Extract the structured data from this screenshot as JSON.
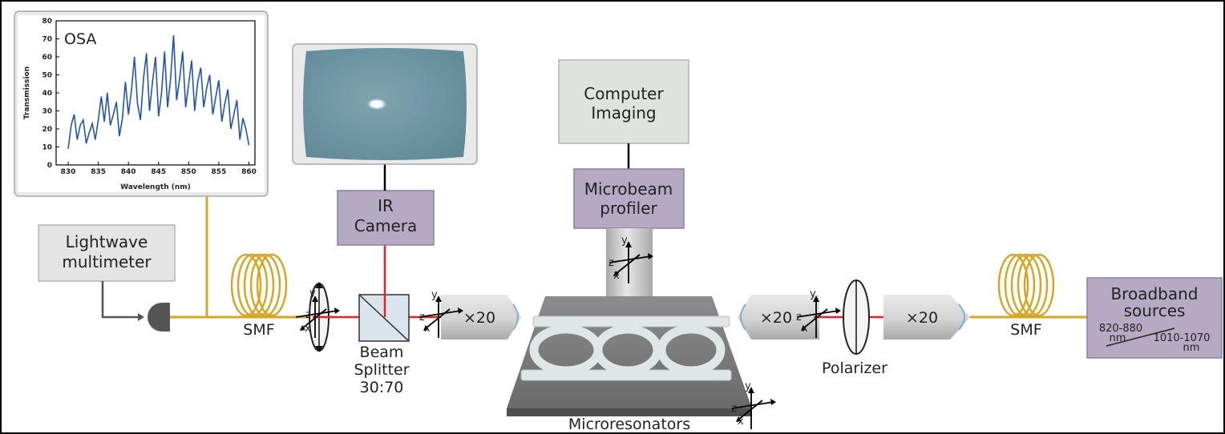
{
  "labels": {
    "lightwave_line1": "Lightwave",
    "lightwave_line2": "multimeter",
    "ir_camera_line1": "IR",
    "ir_camera_line2": "Camera",
    "computer_line1": "Computer",
    "computer_line2": "Imaging",
    "microbeam_line1": "Microbeam",
    "microbeam_line2": "profiler",
    "broadband_line1": "Broadband",
    "broadband_line2": "sources",
    "range1": "820-880",
    "range1_unit": "nm",
    "range2": "1010-1070",
    "range2_unit": "nm",
    "smf_left": "SMF",
    "smf_right": "SMF",
    "beam_splitter_line1": "Beam",
    "beam_splitter_line2": "Splitter",
    "beam_splitter_line3": "30:70",
    "objective_left": "×20",
    "objective_mid": "×20",
    "objective_right": "×20",
    "polarizer": "Polarizer",
    "microresonators": "Microresonators",
    "axis_x": "x",
    "axis_y": "y",
    "axis_z": "z"
  },
  "chart_data": {
    "type": "line",
    "title": "OSA",
    "xlabel": "Wavelength (nm)",
    "ylabel": "Transmission",
    "xlim": [
      828,
      861
    ],
    "ylim": [
      0,
      80
    ],
    "xticks": [
      830,
      835,
      840,
      845,
      850,
      855,
      860
    ],
    "yticks": [
      0,
      10,
      20,
      30,
      40,
      50,
      60,
      70,
      80
    ],
    "series": [
      {
        "x": [
          830.0,
          830.5,
          831.0,
          831.5,
          832.0,
          832.5,
          833.0,
          833.5,
          834.0,
          834.5,
          835.0,
          835.5,
          836.0,
          836.5,
          837.0,
          837.5,
          838.0,
          838.5,
          839.0,
          839.5,
          840.0,
          840.5,
          841.0,
          841.5,
          842.0,
          842.5,
          843.0,
          843.5,
          844.0,
          844.5,
          845.0,
          845.5,
          846.0,
          846.5,
          847.0,
          847.5,
          848.0,
          848.5,
          849.0,
          849.5,
          850.0,
          850.5,
          851.0,
          851.5,
          852.0,
          852.5,
          853.0,
          853.5,
          854.0,
          854.5,
          855.0,
          855.5,
          856.0,
          856.5,
          857.0,
          857.5,
          858.0,
          858.5,
          859.0,
          859.5,
          860.0
        ],
        "y": [
          9,
          22,
          28,
          14,
          22,
          25,
          12,
          18,
          23,
          14,
          25,
          38,
          24,
          40,
          22,
          28,
          35,
          16,
          26,
          46,
          28,
          41,
          60,
          34,
          25,
          48,
          62,
          30,
          46,
          60,
          27,
          40,
          63,
          32,
          48,
          72,
          36,
          48,
          63,
          32,
          45,
          58,
          30,
          46,
          54,
          32,
          43,
          50,
          28,
          38,
          47,
          24,
          34,
          42,
          20,
          28,
          36,
          14,
          26,
          20,
          11
        ]
      }
    ]
  }
}
